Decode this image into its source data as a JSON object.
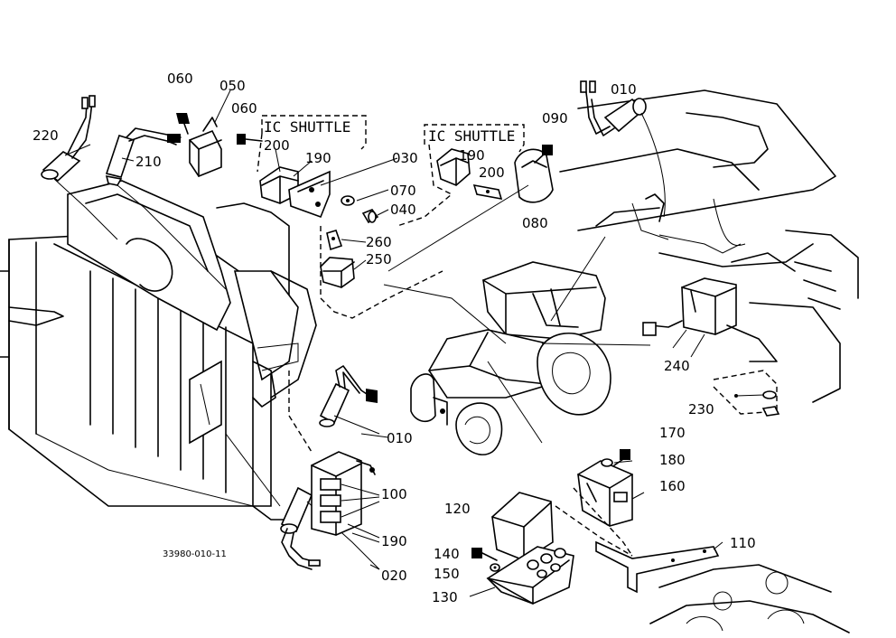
{
  "labels": {
    "p010a": "010",
    "p010b": "010",
    "p020": "020",
    "p030": "030",
    "p040": "040",
    "p050": "050",
    "p060a": "060",
    "p060b": "060",
    "p070": "070",
    "p080": "080",
    "p090": "090",
    "p100": "100",
    "p110": "110",
    "p120": "120",
    "p130": "130",
    "p140": "140",
    "p150": "150",
    "p160": "160",
    "p170": "170",
    "p180": "180",
    "p190a": "190",
    "p190b": "190",
    "p190c": "190",
    "p200a": "200",
    "p200b": "200",
    "p210": "210",
    "p220": "220",
    "p230": "230",
    "p240": "240",
    "p250": "250",
    "p260": "260"
  },
  "group_boxes": {
    "left": "IC SHUTTLE",
    "right": "IC SHUTTLE"
  },
  "figure_code": "33980-010-11"
}
